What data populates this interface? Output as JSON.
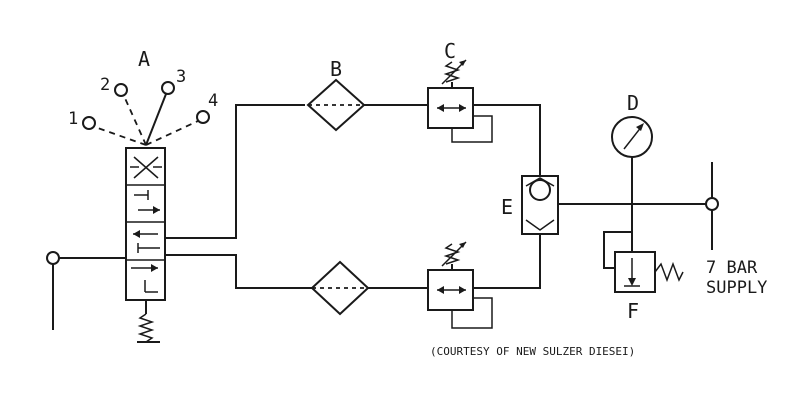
{
  "labels": {
    "A": "A",
    "B": "B",
    "C": "C",
    "D": "D",
    "E": "E",
    "F": "F"
  },
  "positions": [
    "1",
    "2",
    "3",
    "4"
  ],
  "supply": {
    "line1": "7 BAR",
    "line2": "SUPPLY"
  },
  "credit": "(COURTESY OF NEW SULZER DIESEI)"
}
